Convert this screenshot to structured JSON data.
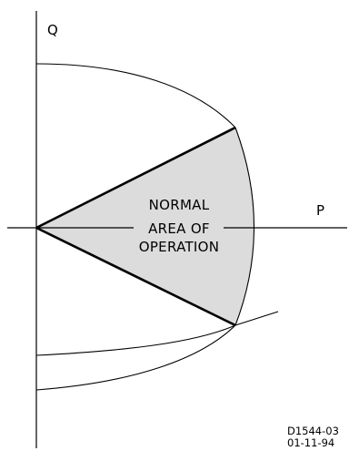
{
  "axes": {
    "q_label": "Q",
    "p_label": "P"
  },
  "region": {
    "label_lines": [
      "NORMAL",
      "AREA OF",
      "OPERATION"
    ]
  },
  "drawing_code": {
    "number": "D1544-03",
    "date": "01-11-94"
  },
  "colors": {
    "fill": "#dcdcdc",
    "stroke": "#000000",
    "background": "#ffffff"
  }
}
